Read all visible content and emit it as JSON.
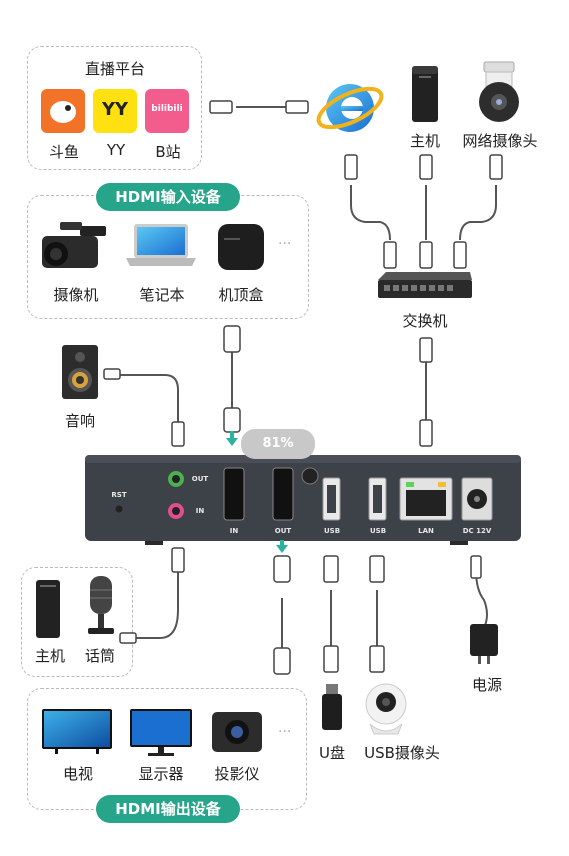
{
  "live": {
    "title": "直播平台",
    "items": [
      "斗鱼",
      "YY",
      "B站"
    ],
    "yy_logo": "YY",
    "bili_logo": "bilibili"
  },
  "hdmi_in": {
    "title": "HDMI输入设备",
    "items": [
      "摄像机",
      "笔记本",
      "机顶盒"
    ]
  },
  "hdmi_out": {
    "title": "HDMI输出设备",
    "items": [
      "电视",
      "显示器",
      "投影仪"
    ]
  },
  "audio_in": {
    "items": [
      "主机",
      "话筒"
    ]
  },
  "speaker": "音响",
  "host_top": "主机",
  "ipcam": "网络摄像头",
  "switch": "交换机",
  "power": "电源",
  "udisk": "U盘",
  "usbcam": "USB摄像头",
  "badge": "81%",
  "ports": {
    "out": "OUT",
    "in": "IN",
    "rst": "RST",
    "hdmi_in": "IN",
    "hdmi_out": "OUT",
    "usb1": "USB",
    "usb2": "USB",
    "lan": "LAN",
    "dc": "DC 12V"
  },
  "colors": {
    "accent": "#27a58a",
    "device": "#3d4148",
    "arrow": "#2bb3a0"
  }
}
